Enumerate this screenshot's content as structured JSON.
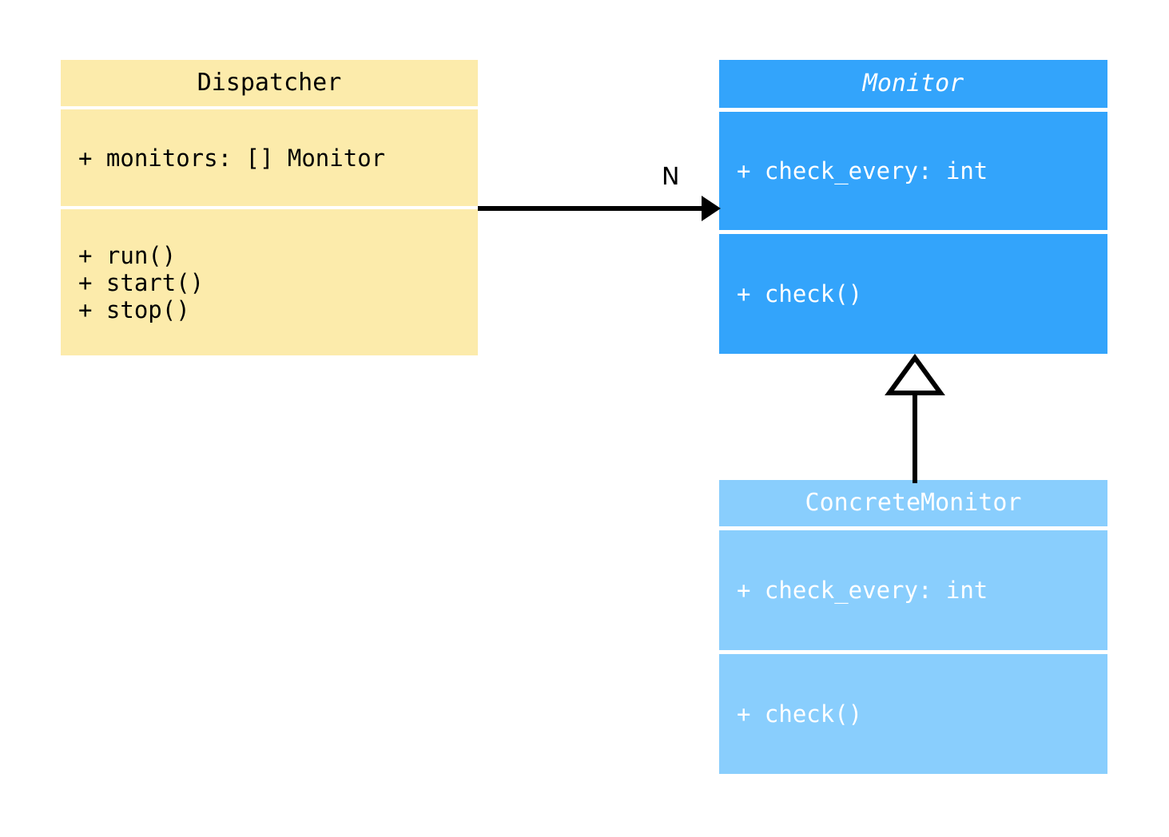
{
  "diagram": {
    "type": "uml-class-diagram",
    "background_color": "#ffffff",
    "classes": [
      {
        "id": "dispatcher",
        "name": "Dispatcher",
        "abstract": false,
        "fill_color": "#fcebab",
        "text_color": "#000000",
        "attributes": [
          "+ monitors: [] Monitor"
        ],
        "methods": [
          "+ run()",
          "+ start()",
          "+ stop()"
        ]
      },
      {
        "id": "monitor",
        "name": "Monitor",
        "abstract": true,
        "fill_color": "#33a4fb",
        "text_color": "#ffffff",
        "attributes": [
          "+ check_every: int"
        ],
        "methods": [
          "+ check()"
        ]
      },
      {
        "id": "concretemonitor",
        "name": "ConcreteMonitor",
        "abstract": false,
        "fill_color": "#89cefd",
        "text_color": "#ffffff",
        "attributes": [
          "+ check_every: int"
        ],
        "methods": [
          "+ check()"
        ]
      }
    ],
    "relationships": [
      {
        "id": "dispatcher-to-monitor",
        "kind": "association",
        "from": "Dispatcher",
        "to": "Monitor",
        "multiplicity_label": "N",
        "arrowhead": "filled-arrow",
        "line_color": "#000000"
      },
      {
        "id": "concretemonitor-to-monitor",
        "kind": "generalization",
        "from": "ConcreteMonitor",
        "to": "Monitor",
        "multiplicity_label": "",
        "arrowhead": "hollow-triangle",
        "line_color": "#000000"
      }
    ]
  }
}
